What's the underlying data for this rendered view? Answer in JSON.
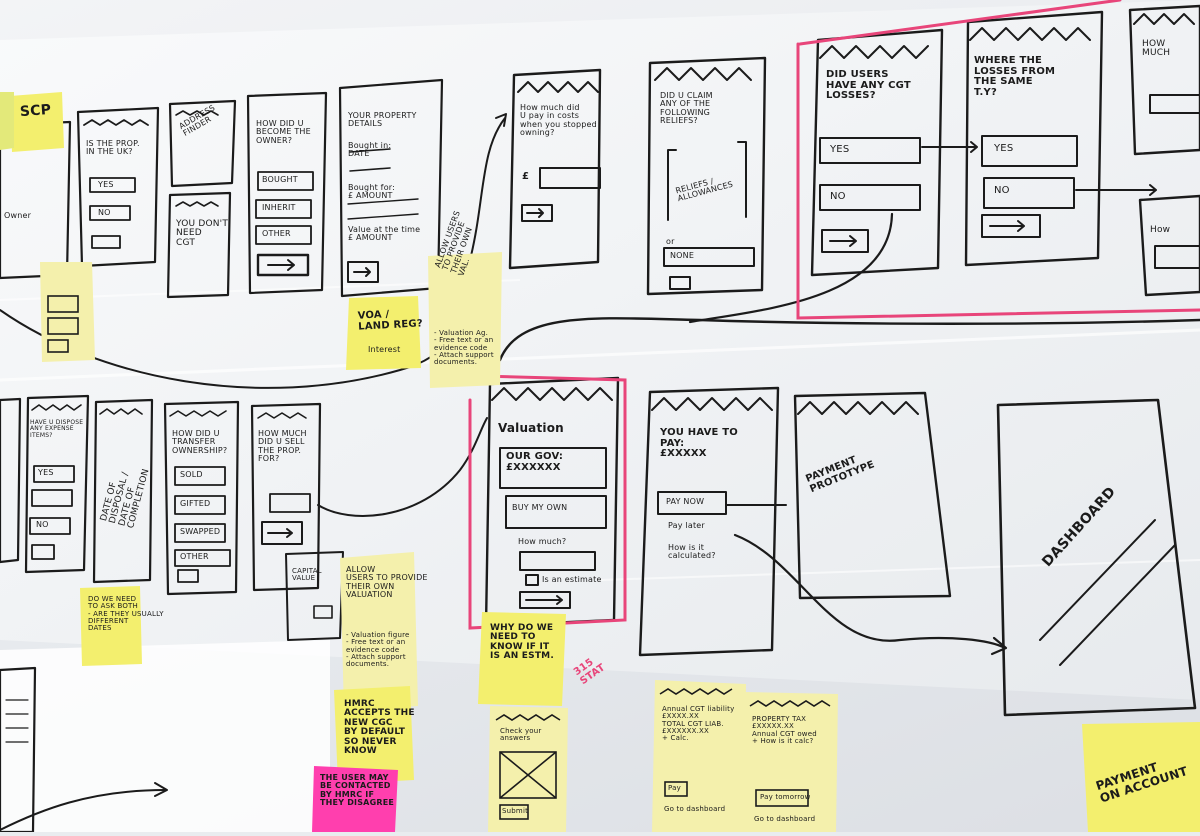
{
  "colors": {
    "wall": "#eef0f2",
    "sheet": "#f8f9fa",
    "ink": "#1b1b1b",
    "red_marker": "#e8457a",
    "sticky_yellow": "#f3ef6e",
    "sticky_pale": "#f4f0ac",
    "sticky_pink": "#ff3fae"
  },
  "stickies": {
    "scp": "SCP",
    "voa": "VOA /\nLAND REG?",
    "voa_small": "Interest",
    "allow_users_top": "ALLOW USERS\nTO PROVIDE\nTHEIR OWN\nVAL.",
    "allow_users_top_list": "- Valuation Ag.\n- Free text or an\n  evidence code\n- Attach support\n  documents.",
    "do_we_need": "DO WE NEED\nTO ASK BOTH\n- ARE THEY USUALLY\nDIFFERENT\nDATES",
    "allow_users_bottom": "ALLOW\nUSERS TO PROVIDE\nTHEIR OWN\nVALUATION",
    "allow_users_bottom_list": "- Valuation figure\n- Free text or an\n  evidence code\n- Attach support\n  documents.",
    "hmrc": "HMRC\nACCEPTS THE\nNEW CGC\nBY DEFAULT\nSO NEVER\nKNOW",
    "pink": "THE USER MAY\nBE CONTACTED\nBY HMRC IF\nTHEY DISAGREE",
    "why_do_we": "WHY DO WE\nNEED TO\nKNOW IF IT\nIS AN ESTM.",
    "payment_on_account": "PAYMENT\nON ACCOUNT"
  },
  "top_row": {
    "partial_owner": "Owner",
    "property": "IS THE PROP.\nIN THE UK?",
    "yes": "YES",
    "no": "NO",
    "address_finder": "ADDRESS\nFINDER",
    "you_dont_need": "YOU DON'T\nNEED\nCGT",
    "how_become": "HOW DID U\nBECOME THE\nOWNER?",
    "bought": "BOUGHT",
    "inherit": "INHERIT",
    "other": "OTHER",
    "your_details": "YOUR PROPERTY\nDETAILS",
    "bought_in": "Bought in:\nDATE",
    "bought_for": "Bought for:\n£ AMOUNT",
    "value_at": "Value at the time\n£ AMOUNT",
    "how_much_paid": "How much did\nU pay in costs\nwhen you stopped\nowning?",
    "pound": "£",
    "did_u_claim": "DID U CLAIM\nANY OF THE\nFOLLOWING\nRELIEFS?",
    "reliefs": "RELIEFS /\nALLOWANCES",
    "or": "or",
    "none": "NONE",
    "did_users": "DID USERS\nHAVE ANY CGT\nLOSSES?",
    "yes2": "YES",
    "no2": "NO",
    "where_losses": "WHERE THE\nLOSSES FROM\nTHE SAME\nT.Y?",
    "yes3": "YES",
    "no3": "NO",
    "how_much_cut": "HOW\nMUCH",
    "how_cut2": "How"
  },
  "bottom_row": {
    "did_u_dispose": "HAVE U DISPOSE\nANY EXPENSE\nITEMS?",
    "yes": "YES",
    "no": "NO",
    "date_of": "DATE OF\nDISPOSAL /\nDATE OF\nCOMPLETION",
    "how_become": "HOW DID U\nTRANSFER\nOWNERSHIP?",
    "sold": "SOLD",
    "gifted": "GIFTED",
    "swapped": "SWAPPED",
    "other": "OTHER",
    "how_much_sell": "HOW MUCH\nDID U SELL\nTHE PROP.\nFOR?",
    "capital_value": "CAPITAL\nVALUE",
    "valuation": "Valuation",
    "our_gov": "OUR GOV:\n£XXXXXX",
    "buy_own": "BUY MY OWN",
    "how_much": "How much?",
    "an_estimate": "Is an estimate",
    "you_have_to_pay": "YOU HAVE TO\nPAY:\n£XXXXX",
    "pay_now": "PAY NOW",
    "pay_later": "Pay later",
    "how_calculated": "How is it\ncalculated?",
    "payment_prototype": "PAYMENT\nPROTOTYPE",
    "dashboard": "DASHBOARD"
  },
  "notes": {
    "check_answers": "Check your\nanswers",
    "submit": "Submit",
    "annual_cgt": "Annual CGT liability\n£XXXX.XX\nTOTAL CGT LIAB.\n£XXXXXX.XX\n+ Calc.",
    "pay": "Pay",
    "go_dashboard": "Go to dashboard",
    "property_tax": "PROPERTY TAX\n£XXXXX.XX\nAnnual CGT owed\n+ How is it calc?",
    "pay_tomorrow": "Pay tomorrow",
    "go_dashboard2": "Go to dashboard",
    "red_scribble": "315\nSTAT"
  }
}
